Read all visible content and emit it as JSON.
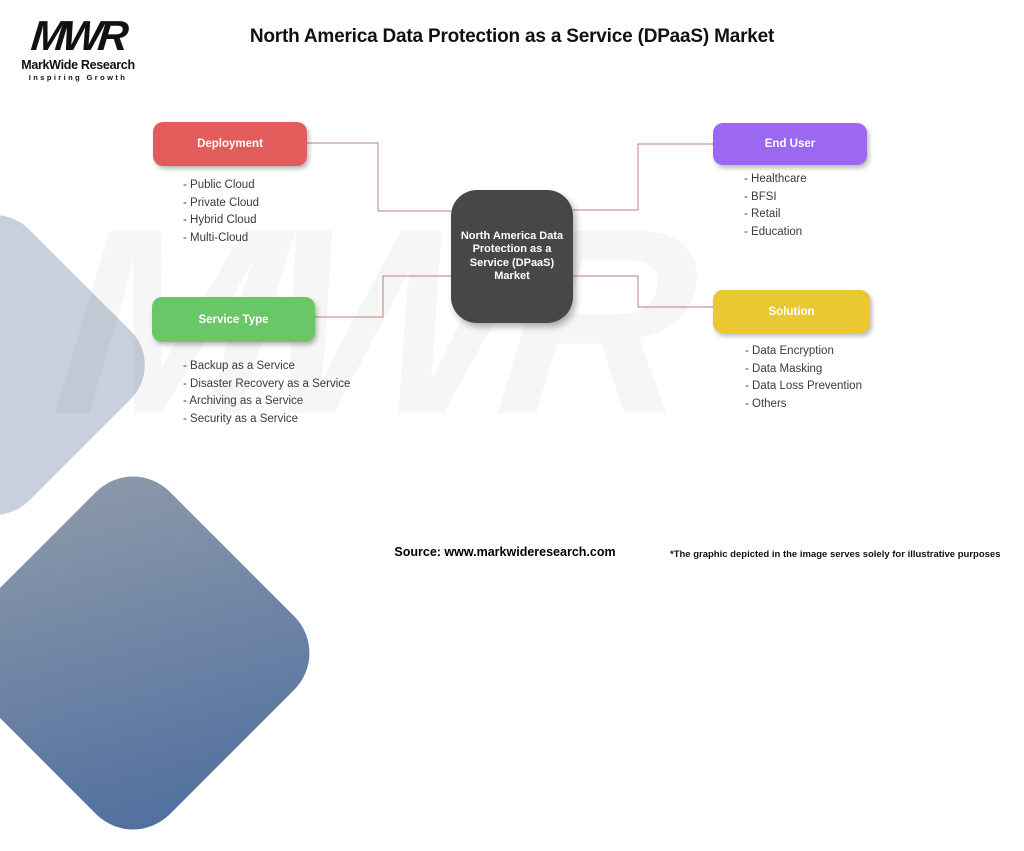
{
  "logo": {
    "mark": "MWR",
    "name": "MarkWide Research",
    "tagline": "Inspiring Growth"
  },
  "title": "North America Data Protection as a Service (DPaaS) Market",
  "watermark": "MWR",
  "center_node": {
    "label": "North America Data Protection as a Service (DPaaS) Market"
  },
  "categories": [
    {
      "label": "Deployment",
      "items": [
        "- Public Cloud",
        "- Private Cloud",
        "- Hybrid Cloud",
        "- Multi-Cloud"
      ]
    },
    {
      "label": "End User",
      "items": [
        "- Healthcare",
        "- BFSI",
        "- Retail",
        "- Education"
      ]
    },
    {
      "label": "Service Type",
      "items": [
        "- Backup as a Service",
        "- Disaster Recovery as a Service",
        "- Archiving as a Service",
        "- Security as a Service"
      ]
    },
    {
      "label": "Solution",
      "items": [
        "- Data Encryption",
        "- Data Masking",
        "- Data Loss Prevention",
        "- Others"
      ]
    }
  ],
  "footer": {
    "source": "Source: www.markwideresearch.com",
    "disclaimer": "*The graphic depicted in the image serves solely for illustrative purposes"
  },
  "colors": {
    "box-deployment": "#E25C5C",
    "box-end-user": "#9C68F2",
    "box-service-type": "#6AC767",
    "box-solution": "#E9C831",
    "center-node": "#474747",
    "connector": "#B5827C",
    "shape-light": "#C7D0DC",
    "shape-dark-1": "#8E9AAB",
    "shape-dark-2": "#4E6E9E"
  }
}
